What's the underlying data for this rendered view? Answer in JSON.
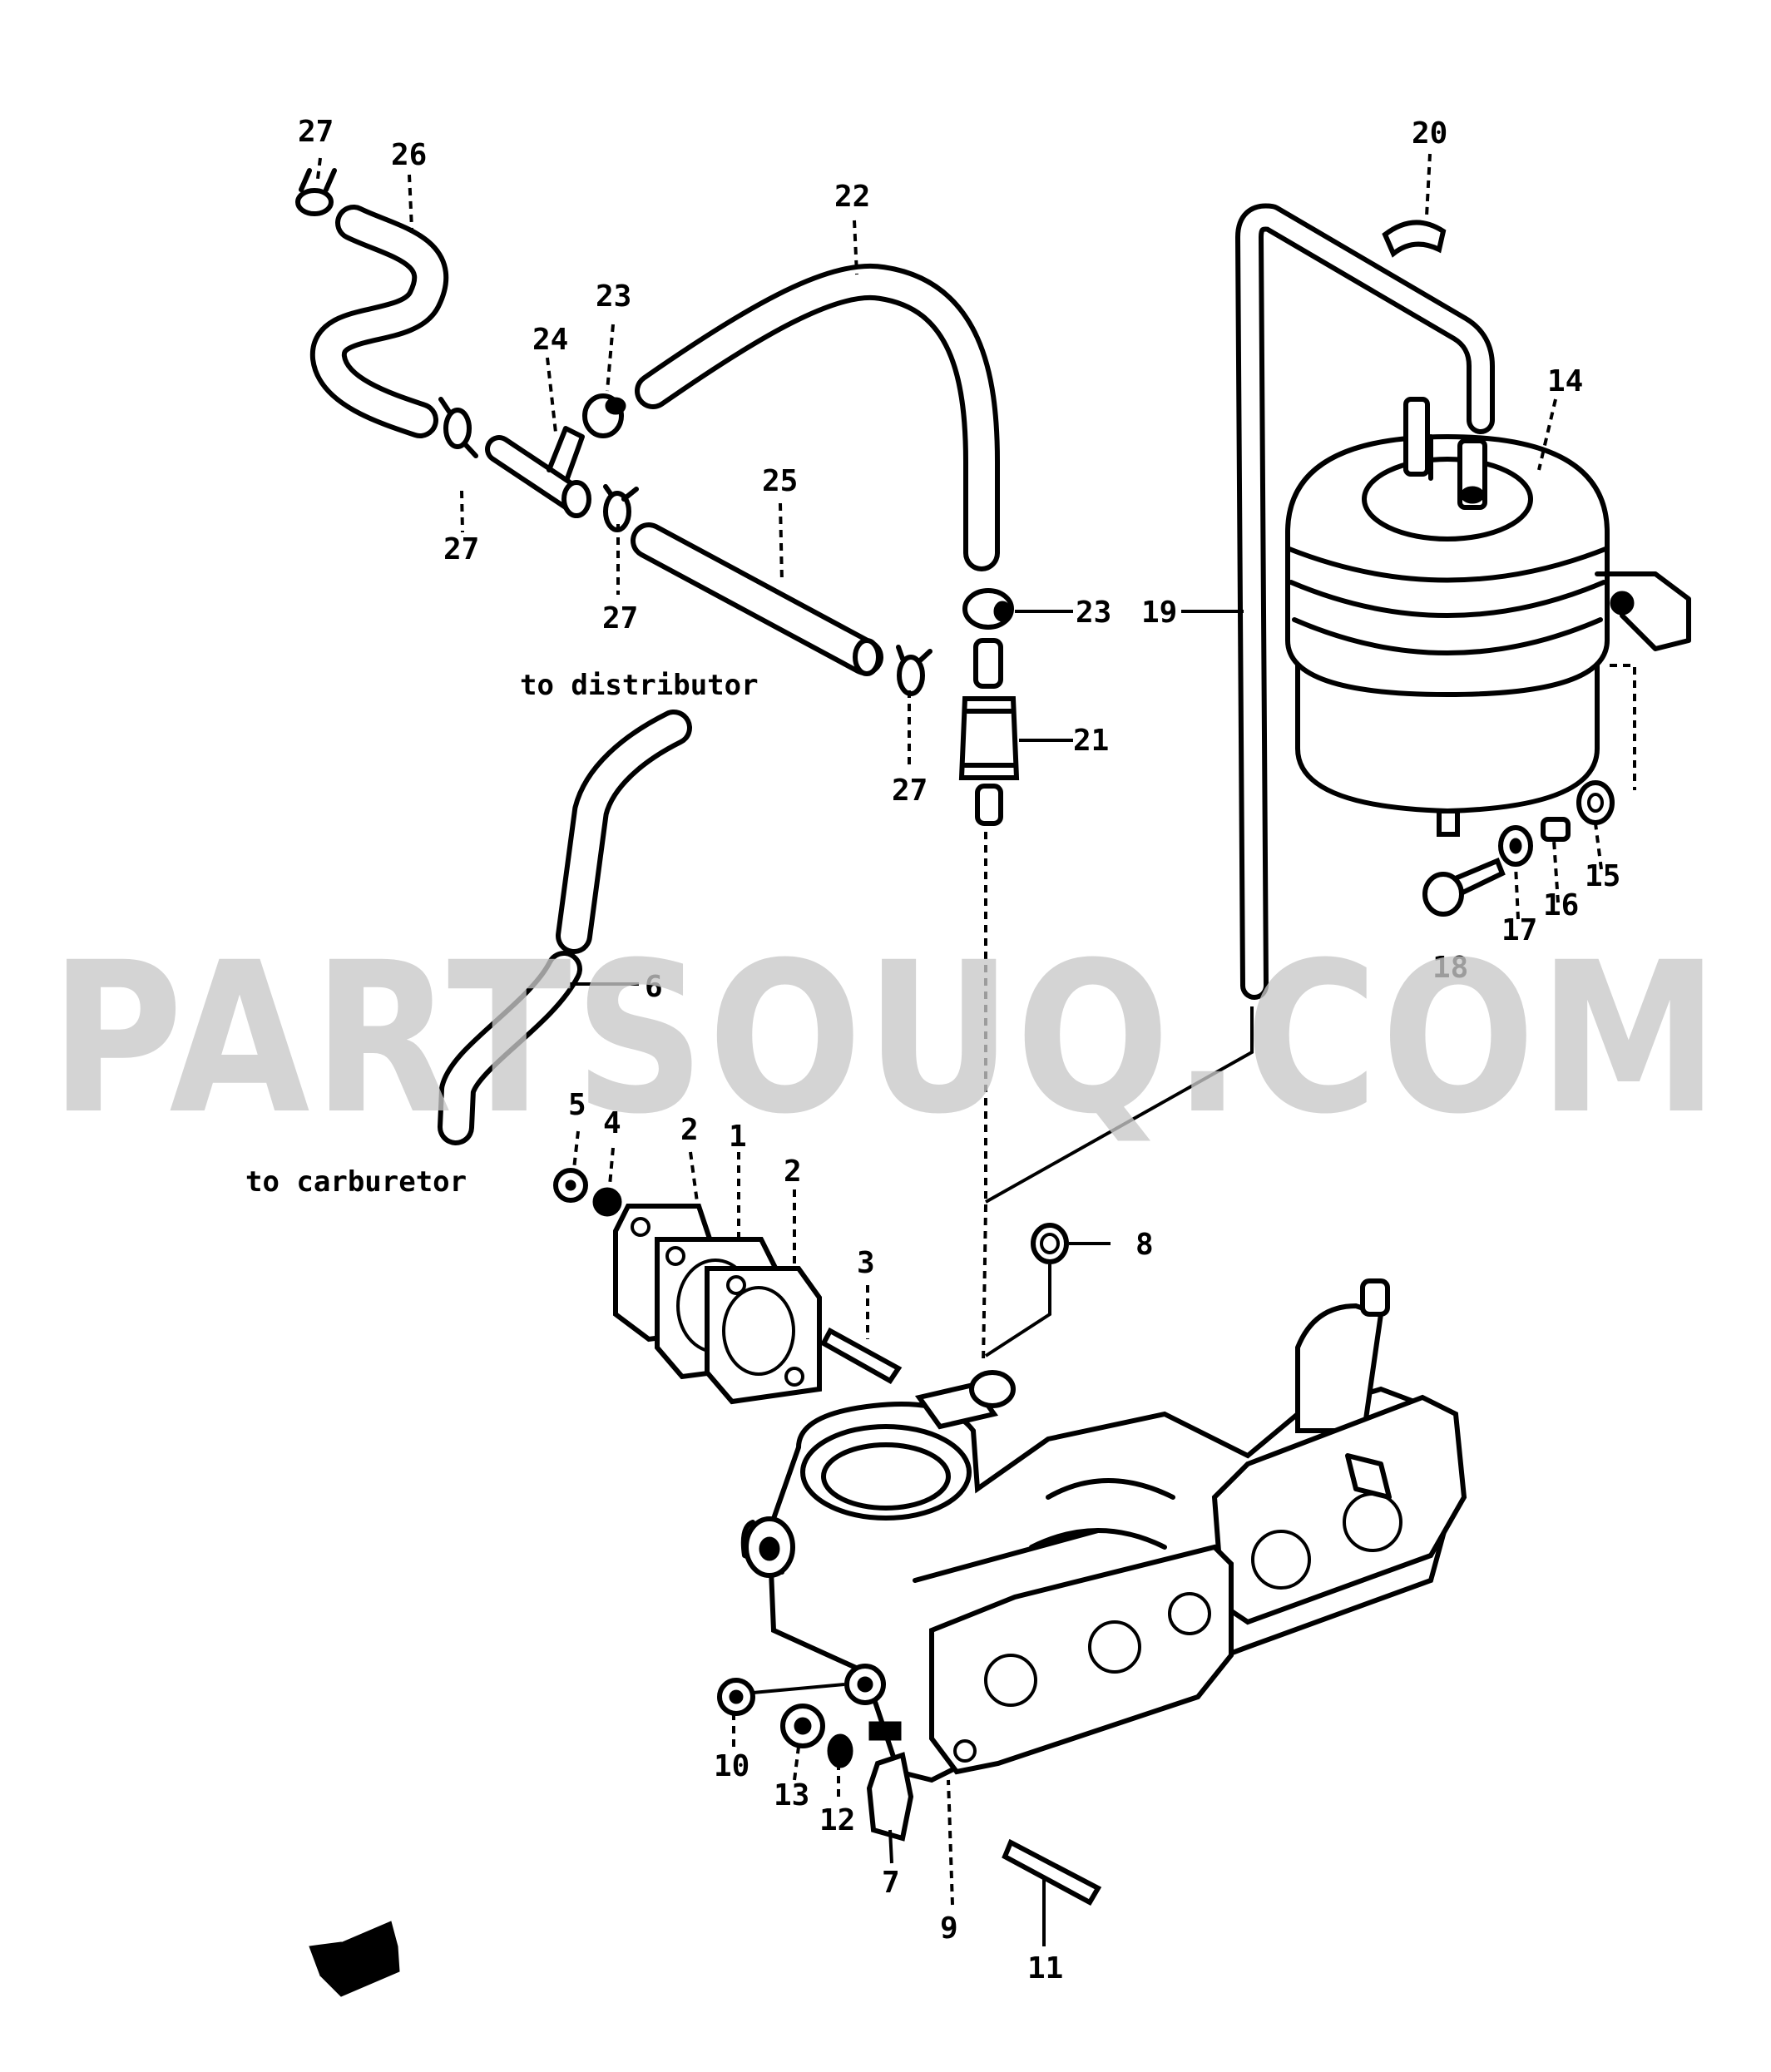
{
  "watermark": "PARTSOUQ.COM",
  "notes": {
    "to_distributor": "to distributor",
    "to_carburetor": "to carburetor"
  },
  "callouts": {
    "n1": "1",
    "n2a": "2",
    "n2b": "2",
    "n3": "3",
    "n4": "4",
    "n5": "5",
    "n6": "6",
    "n7": "7",
    "n8": "8",
    "n9": "9",
    "n10": "10",
    "n11": "11",
    "n12": "12",
    "n13": "13",
    "n14": "14",
    "n15": "15",
    "n16": "16",
    "n17": "17",
    "n18": "18",
    "n19": "19",
    "n20": "20",
    "n21": "21",
    "n22": "22",
    "n23a": "23",
    "n23b": "23",
    "n24": "24",
    "n25": "25",
    "n26": "26",
    "n27a": "27",
    "n27b": "27",
    "n27c": "27",
    "n27d": "27"
  },
  "icons": {
    "front_arrow": "front-direction-arrow-icon"
  }
}
